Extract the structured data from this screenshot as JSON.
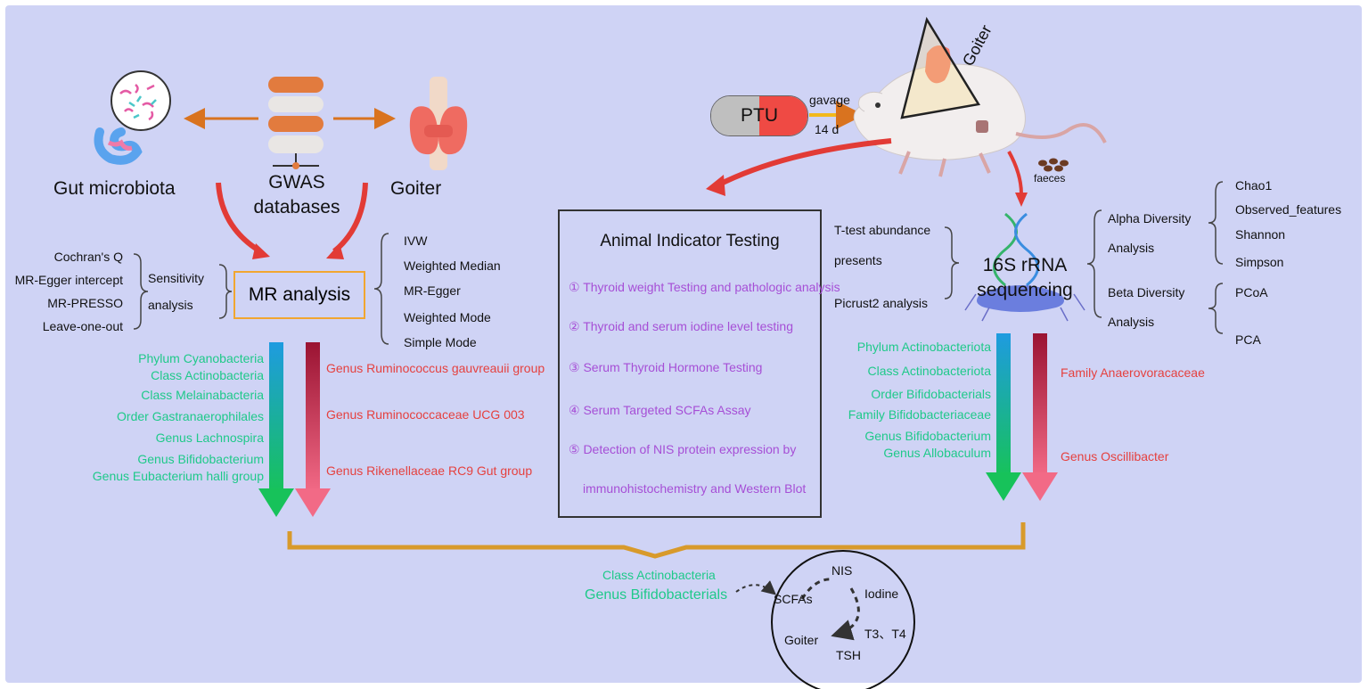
{
  "left": {
    "sources": {
      "gut": "Gut microbiota",
      "gwas_line1": "GWAS",
      "gwas_line2": "databases",
      "goiter": "Goiter"
    },
    "mr_label": "MR analysis",
    "sensitivity_line1": "Sensitivity",
    "sensitivity_line2": "analysis",
    "sensitivity_methods": [
      "Cochran's Q",
      "MR-Egger intercept",
      "MR-PRESSO",
      "Leave-one-out"
    ],
    "mr_methods": [
      "IVW",
      "Weighted Median",
      "MR-Egger",
      "Weighted Mode",
      "Simple Mode"
    ],
    "protective_taxa": [
      "Phylum Cyanobacteria",
      "Class Actinobacteria",
      "Class Melainabacteria",
      "Order Gastranaerophilales",
      "Genus Lachnospira",
      "Genus Bifidobacterium",
      "Genus Eubacterium halli group"
    ],
    "risk_taxa": [
      "Genus Ruminococcus gauvreauii group",
      "Genus Ruminococcaceae UCG 003",
      "Genus Rikenellaceae RC9 Gut group"
    ]
  },
  "middle": {
    "title": "Animal Indicator Testing",
    "items": [
      "① Thyroid weight Testing and pathologic analysis",
      "② Thyroid and serum iodine level testing",
      "③ Serum Thyroid Hormone Testing",
      "④ Serum Targeted SCFAs Assay",
      "⑤ Detection of NIS protein expression by",
      "immunohistochemistry and Western Blot"
    ]
  },
  "right": {
    "pill": "PTU",
    "gavage": "gavage",
    "days": "14 d",
    "goiter": "Goiter",
    "faeces": "faeces",
    "seq_line1": "16S rRNA",
    "seq_line2": "sequencing",
    "left_analyses": [
      "T-test abundance",
      "presents",
      "Picrust2 analysis"
    ],
    "alpha_line1": "Alpha Diversity",
    "alpha_line2": "Analysis",
    "beta_line1": "Beta Diversity",
    "beta_line2": "Analysis",
    "alpha_indices": [
      "Chao1",
      "Observed_features",
      "Shannon",
      "Simpson"
    ],
    "beta_methods": [
      "PCoA",
      "PCA"
    ],
    "enriched_taxa": [
      "Phylum Actinobacteriota",
      "Class Actinobacteriota",
      "Order Bifidobacterials",
      "Family Bifidobacteriaceae",
      "Genus Bifidobacterium",
      "Genus Allobaculum"
    ],
    "depleted_taxa": [
      "Family Anaerovoracaceae",
      "Genus Oscillibacter"
    ]
  },
  "bottom": {
    "class_label": "Class Actinobacteria",
    "genus_label": "Genus Bifidobacterials",
    "cycle": [
      "NIS",
      "Iodine",
      "T3、T4",
      "TSH",
      "Goiter",
      "SCFAs"
    ]
  },
  "colors": {
    "background": "#cfd3f5",
    "green_text": "#1fc98a",
    "red_text": "#e5413f",
    "purple_text": "#a64fd6",
    "bracket_orange": "#d89a2b"
  }
}
